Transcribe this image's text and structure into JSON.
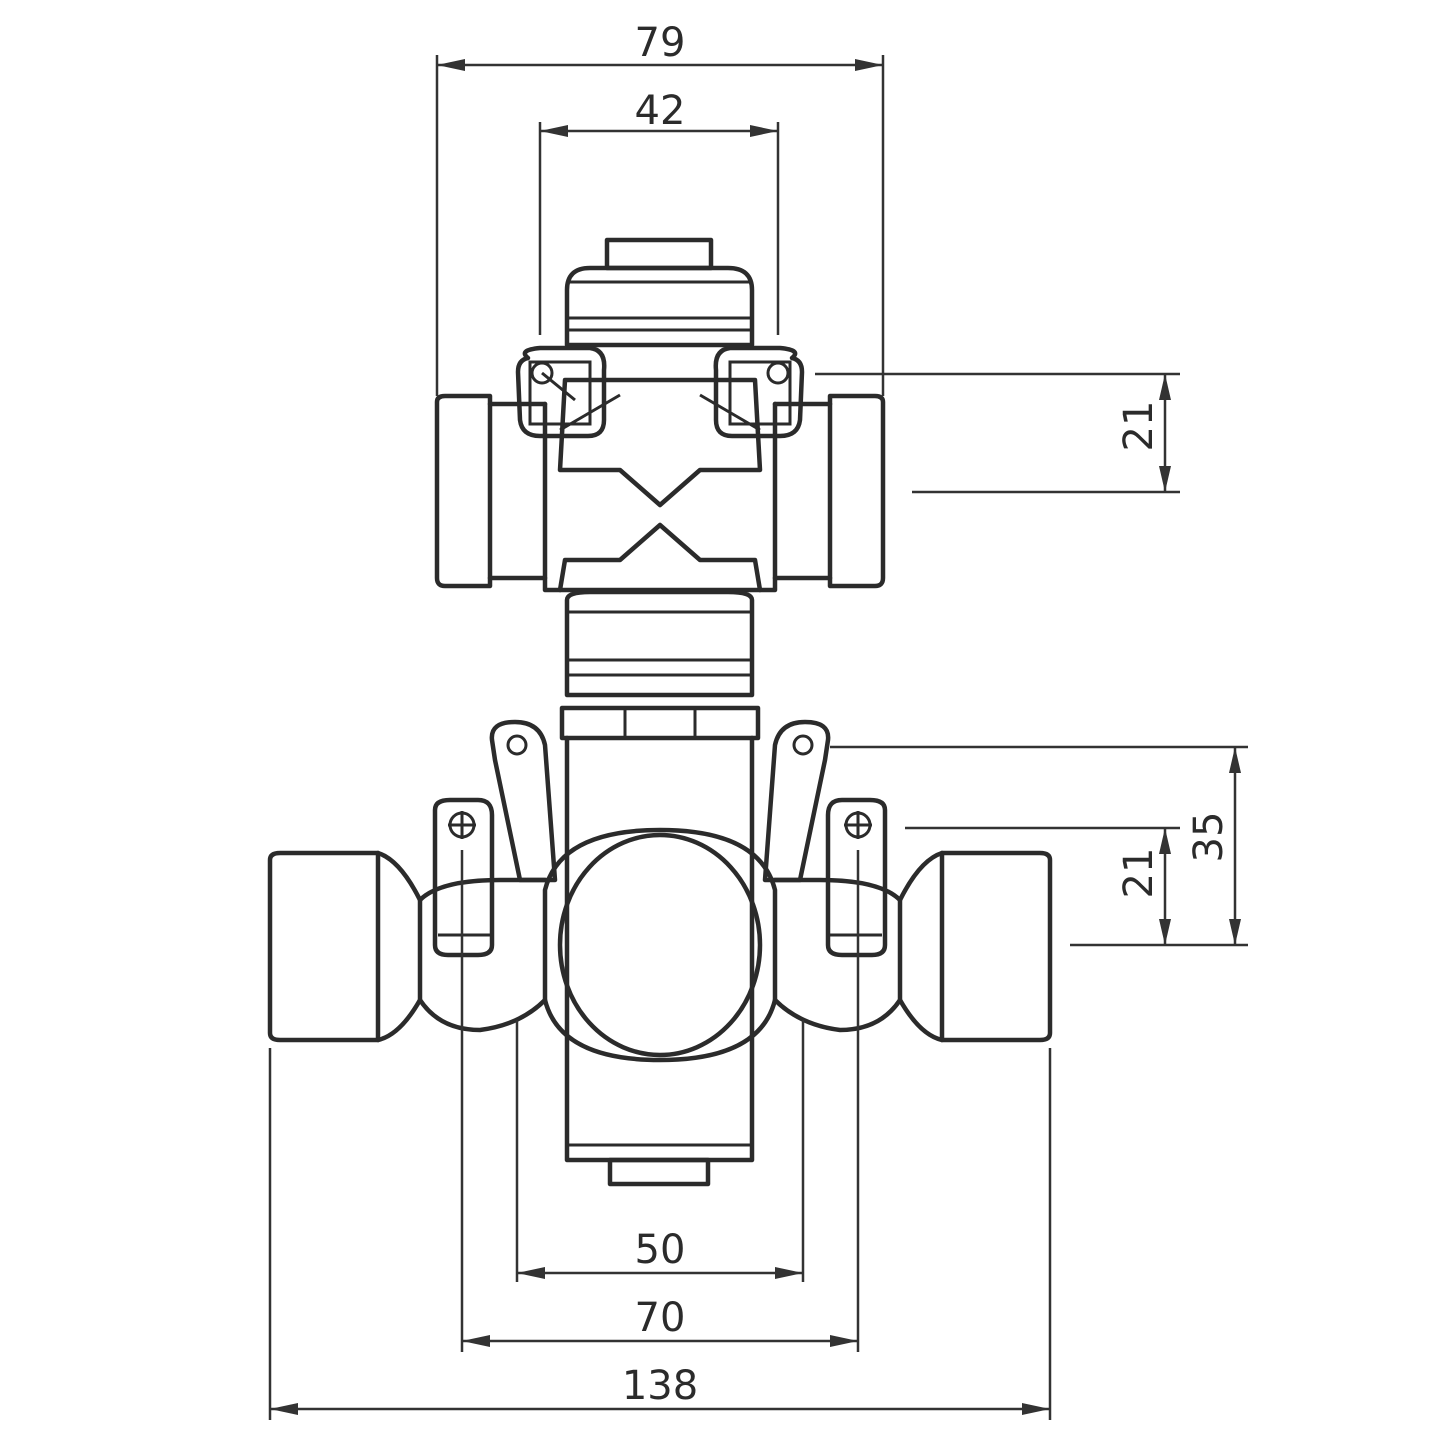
{
  "dimensions": {
    "top_outer_width": "79",
    "top_inner_width": "42",
    "top_side_height": "21",
    "bottom_outer_height": "35",
    "bottom_inner_height": "21",
    "bottom_width_50": "50",
    "bottom_width_70": "70",
    "bottom_width_138": "138"
  },
  "colors": {
    "line": "#2b2b2b",
    "background": "#ffffff"
  }
}
